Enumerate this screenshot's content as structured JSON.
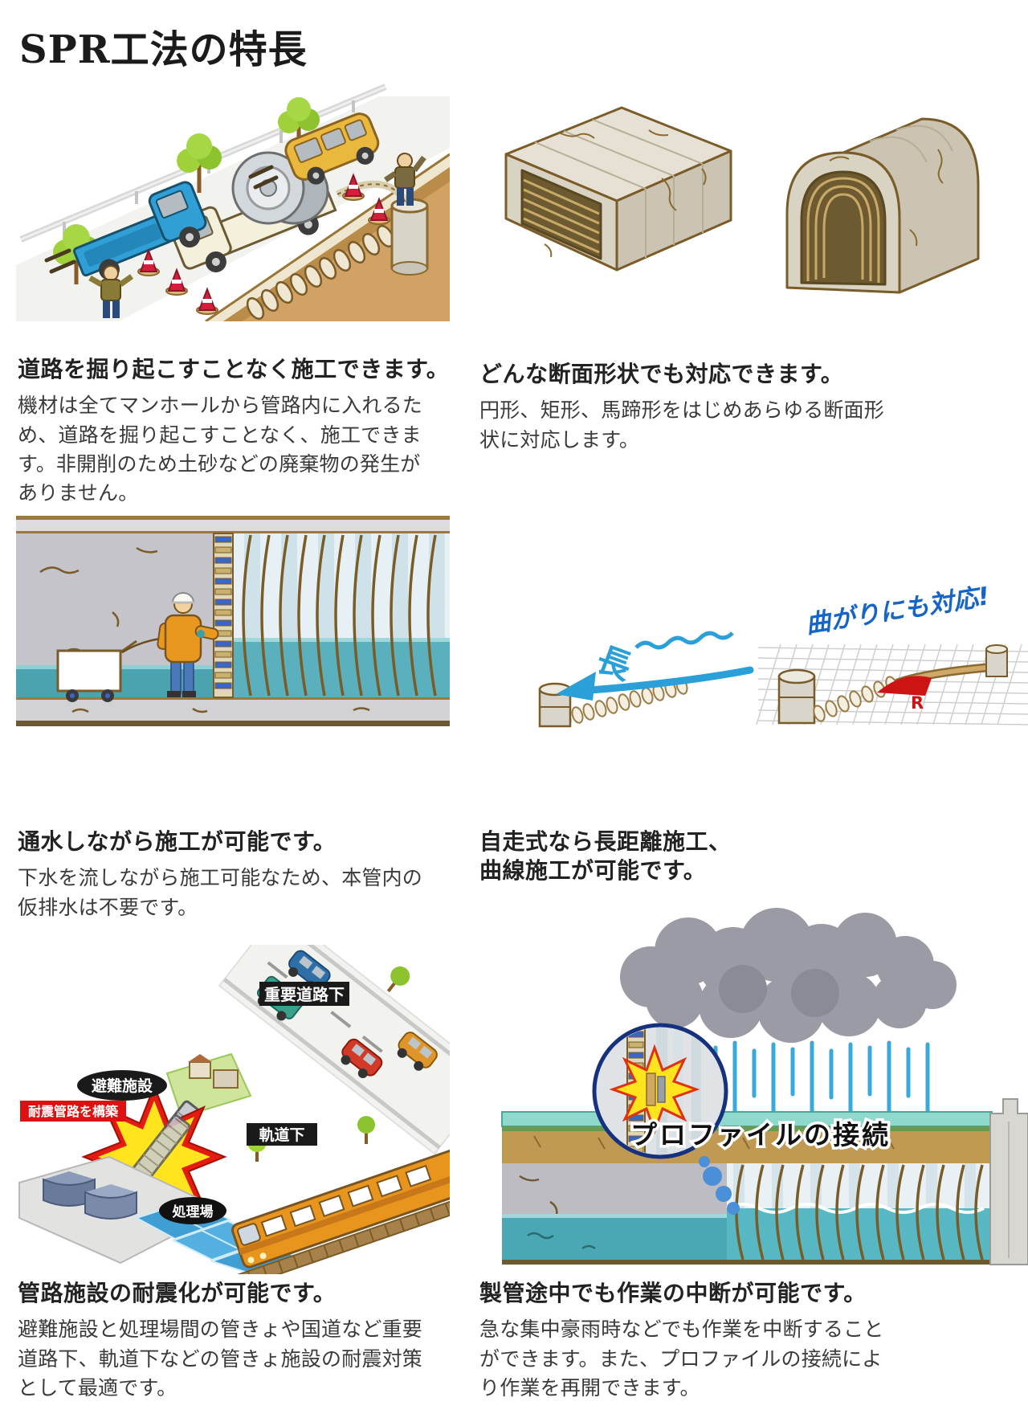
{
  "page": {
    "title": "SPR工法の特長"
  },
  "sections": {
    "s1": {
      "heading": "道路を掘り起こすことなく施工できます。",
      "body": "機材は全てマンホールから管路内に入れるため、道路を掘り起こすことなく、施工できます。非開削のため土砂などの廃棄物の発生がありません。"
    },
    "s2": {
      "heading": "どんな断面形状でも対応できます。",
      "body": "円形、矩形、馬蹄形をはじめあらゆる断面形状に対応します。"
    },
    "s3": {
      "heading": "通水しながら施工が可能です。",
      "body": "下水を流しながら施工可能なため、本管内の仮排水は不要です。"
    },
    "s4": {
      "heading_line1": "自走式なら長距離施工、",
      "heading_line2": "曲線施工が可能です。",
      "labels": {
        "long": "長",
        "bend": "曲がりにも対応!",
        "radius": "R"
      }
    },
    "s5": {
      "heading": "管路施設の耐震化が可能です。",
      "body": "避難施設と処理場間の管きょや国道など重要道路下、軌道下などの管きょ施設の耐震対策として最適です。",
      "labels": {
        "evacuation_facility": "避難施設",
        "seismic_pipeline": "耐震管路を構築",
        "major_road": "重要道路下",
        "rail_track": "軌道下",
        "treatment_plant": "処理場"
      }
    },
    "s6": {
      "heading": "製管途中でも作業の中断が可能です。",
      "body": "急な集中豪雨時などでも作業を中断することができます。また、プロファイルの接続により作業を再開できます。",
      "labels": {
        "profile_connection": "プロファイルの接続"
      }
    }
  },
  "colors": {
    "accent_blue": "#2a9fd8",
    "warning_red": "#d41e3c",
    "earth_tan": "#d2a265",
    "water_teal": "#4aa8b4",
    "starburst_yellow": "#ffe41e"
  }
}
